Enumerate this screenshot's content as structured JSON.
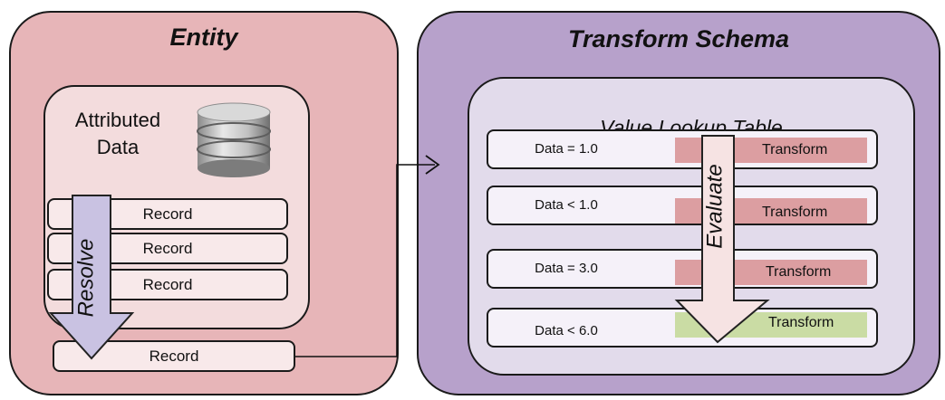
{
  "entity": {
    "title": "Entity",
    "attributed_line1": "Attributed",
    "attributed_line2": "Data",
    "records": [
      "Record",
      "Record",
      "Record"
    ],
    "resolved_record": "Record",
    "resolve_label": "Resolve"
  },
  "transform_schema": {
    "title": "Transform Schema",
    "lookup_title": "Value Lookup Table",
    "evaluate_label": "Evaluate",
    "rows": [
      {
        "condition": "Data = 1.0",
        "transform": "Transform",
        "color": "#dc9ea1"
      },
      {
        "condition": "Data < 1.0",
        "transform": "Transform",
        "color": "#dc9ea1"
      },
      {
        "condition": "Data = 3.0",
        "transform": "Transform",
        "color": "#dc9ea1"
      },
      {
        "condition": "Data < 6.0",
        "transform": "Transform",
        "color": "#cadca4"
      }
    ]
  },
  "colors": {
    "entity_panel": "#e7b5b8",
    "transform_panel": "#b7a1cb",
    "resolve_arrow": "#c9c2e2",
    "evaluate_arrow": "#f6e3e3"
  },
  "icons": {
    "database": "database-icon"
  }
}
